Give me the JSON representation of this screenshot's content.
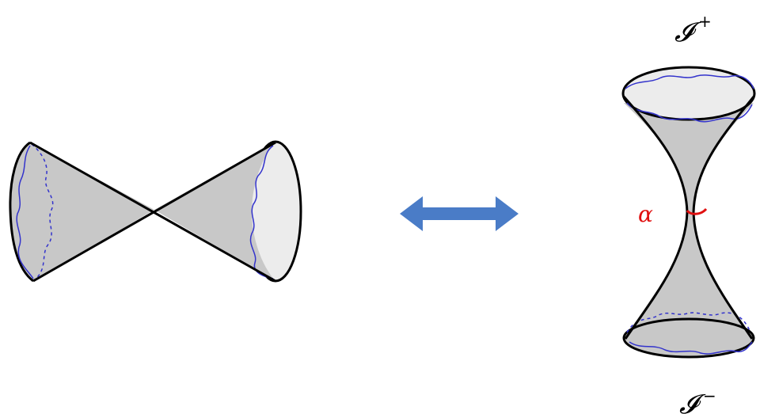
{
  "labels": {
    "scri_plus": {
      "base": "𝓘",
      "sup": "+"
    },
    "scri_minus": {
      "base": "𝓘",
      "sup": "−"
    },
    "alpha": "α"
  },
  "colors": {
    "shade": "#c8c8c8",
    "light": "#ececec",
    "stroke": "#000000",
    "blue": "#3333cc",
    "red": "#e01010",
    "arrow": "#4a7cc7"
  },
  "icons": {
    "double_arrow": "double-headed-arrow-icon"
  }
}
